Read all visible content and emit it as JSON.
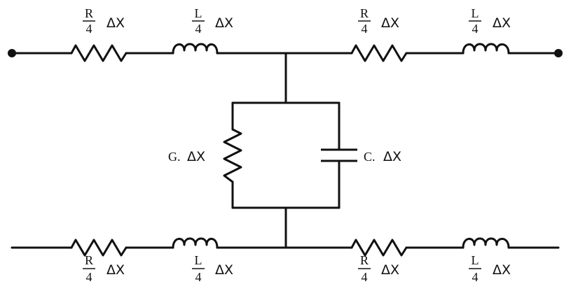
{
  "diagram": {
    "series_labels": {
      "top_resistor_left": {
        "numerator": "R",
        "denominator": "4",
        "suffix": "ΔX"
      },
      "top_inductor_left": {
        "numerator": "L",
        "denominator": "4",
        "suffix": "ΔX"
      },
      "top_resistor_right": {
        "numerator": "R",
        "denominator": "4",
        "suffix": "ΔX"
      },
      "top_inductor_right": {
        "numerator": "L",
        "denominator": "4",
        "suffix": "ΔX"
      },
      "bottom_resistor_left": {
        "numerator": "R",
        "denominator": "4",
        "suffix": "ΔX"
      },
      "bottom_inductor_left": {
        "numerator": "L",
        "denominator": "4",
        "suffix": "ΔX"
      },
      "bottom_resistor_right": {
        "numerator": "R",
        "denominator": "4",
        "suffix": "ΔX"
      },
      "bottom_inductor_right": {
        "numerator": "L",
        "denominator": "4",
        "suffix": "ΔX"
      }
    },
    "shunt_labels": {
      "conductance": {
        "prefix": "G.",
        "suffix": "ΔX"
      },
      "capacitance": {
        "prefix": "C.",
        "suffix": "ΔX"
      }
    }
  }
}
